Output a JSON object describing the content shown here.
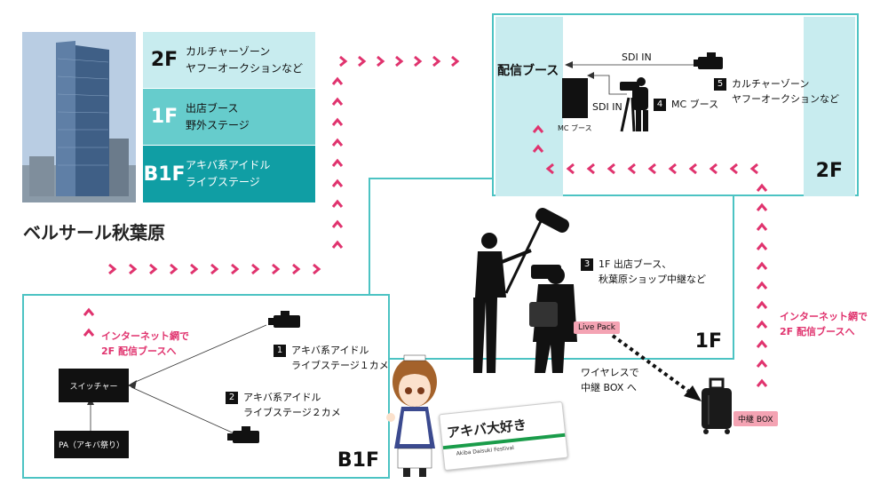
{
  "legend": [
    {
      "level": "2F",
      "lines": [
        "カルチャーゾーン",
        "ヤフーオークションなど"
      ]
    },
    {
      "level": "1F",
      "lines": [
        "出店ブース",
        "野外ステージ"
      ]
    },
    {
      "level": "B1F",
      "lines": [
        "アキバ系アイドル",
        "ライブステージ"
      ]
    }
  ],
  "venue_name": "ベルサール秋葉原",
  "floors": {
    "b1f": "B1F",
    "f1": "1F",
    "f2": "2F"
  },
  "b1f": {
    "switcher": "スイッチャー",
    "pa": "PA（アキバ祭り）",
    "cam1_num": "1",
    "cam1_lines": [
      "アキバ系アイドル",
      "ライブステージ１カメ"
    ],
    "cam2_num": "2",
    "cam2_lines": [
      "アキバ系アイドル",
      "ライブステージ２カメ"
    ],
    "internet_lines": [
      "インターネット網で",
      "2F 配信ブースへ"
    ]
  },
  "f1": {
    "cam3_num": "3",
    "cam3_lines": [
      "1F 出店ブース、",
      "秋葉原ショップ中継など"
    ],
    "live_pack": "Live Pack",
    "wireless_lines": [
      "ワイヤレスで",
      "中継 BOX へ"
    ],
    "relay_box": "中継 BOX"
  },
  "f2": {
    "booth": "配信ブース",
    "sdi_in_top": "SDI IN",
    "sdi_in_mid": "SDI IN",
    "mc_booth_small": "MC ブース",
    "mc_num": "4",
    "mc_label": "MC ブース",
    "zone_num": "5",
    "zone_lines": [
      "カルチャーゾーン",
      "ヤフーオークションなど"
    ]
  },
  "right_internet_lines": [
    "インターネット網で",
    "2F 配信ブースへ"
  ],
  "banner": {
    "title": "アキバ大好き",
    "subtitle": "Akiba Daisuki Festival"
  },
  "colors": {
    "teal_light": "#c8ecef",
    "teal_mid": "#66cccc",
    "teal_dark": "#109ea4",
    "arrow_pink": "#e0336e",
    "floor_border": "#4cc3c3"
  }
}
